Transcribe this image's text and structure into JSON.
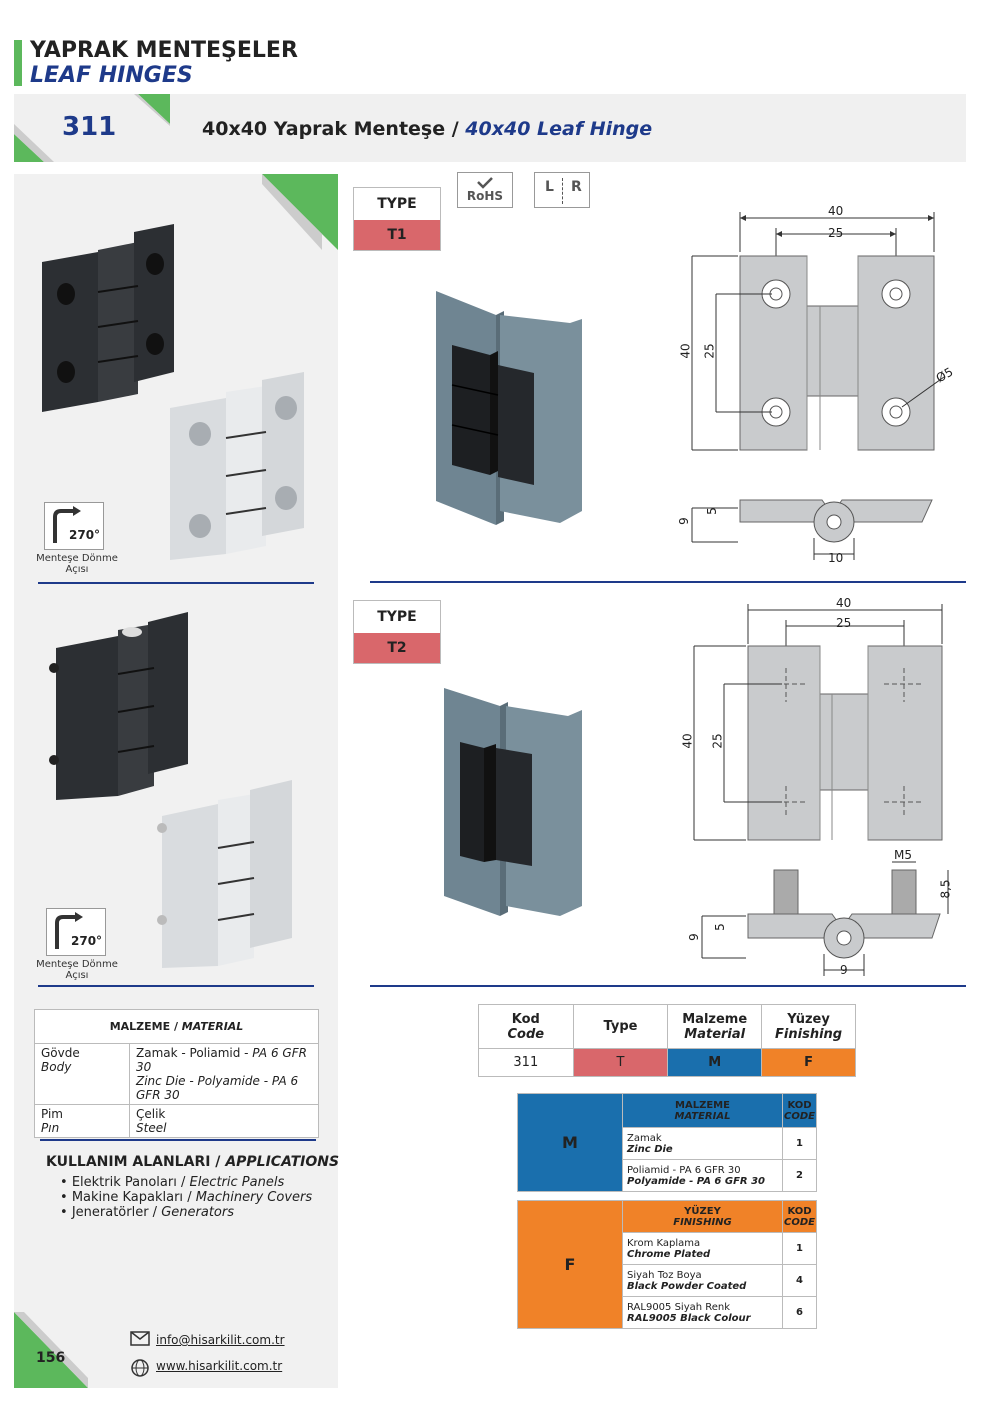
{
  "header": {
    "title_tr": "YAPRAK MENTEŞELER",
    "title_en": "LEAF HINGES"
  },
  "product": {
    "number": "311",
    "title_tr": "40x40 Yaprak Menteşe",
    "title_sep": " / ",
    "title_en": "40x40 Leaf Hinge"
  },
  "badges": {
    "rohs": "RoHS",
    "lr_left": "L",
    "lr_right": "R"
  },
  "types": [
    {
      "label": "TYPE",
      "value": "T1"
    },
    {
      "label": "TYPE",
      "value": "T2"
    }
  ],
  "rotation": {
    "angle": "270°",
    "caption_line1": "Menteşe Dönme",
    "caption_line2": "Açısı"
  },
  "dims_t1": {
    "w_outer": "40",
    "w_inner": "25",
    "h_outer": "40",
    "h_inner": "25",
    "hole": "Ø5",
    "side_h1": "9",
    "side_h2": "5",
    "side_w": "10"
  },
  "dims_t2": {
    "w_outer": "40",
    "w_inner": "25",
    "h_outer": "40",
    "h_inner": "25",
    "thread": "M5",
    "bolt_len": "8,5",
    "side_h1": "9",
    "side_h2": "5",
    "side_w": "9"
  },
  "material_table": {
    "title_tr": "MALZEME",
    "title_en": "MATERIAL",
    "rows": [
      {
        "part_tr": "Gövde",
        "part_en": "Body",
        "mat_tr_a": "Zamak - Poliamid - ",
        "mat_tr_b": "PA 6 GFR 30",
        "mat_en": "Zinc Die - Polyamide - PA 6 GFR 30"
      },
      {
        "part_tr": "Pim",
        "part_en": "Pın",
        "mat_tr_a": "Çelik",
        "mat_tr_b": "",
        "mat_en": "Steel"
      }
    ]
  },
  "applications": {
    "title_tr": "KULLANIM ALANLARI",
    "title_en": "APPLICATIONS",
    "items": [
      {
        "tr": "Elektrik Panoları",
        "en": "Electric Panels"
      },
      {
        "tr": "Makine Kapakları",
        "en": "Machinery Covers"
      },
      {
        "tr": "Jeneratörler",
        "en": "Generators"
      }
    ]
  },
  "code_table": {
    "headers": [
      {
        "tr": "Kod",
        "en": "Code"
      },
      {
        "tr": "Type",
        "en": ""
      },
      {
        "tr": "Malzeme",
        "en": "Material"
      },
      {
        "tr": "Yüzey",
        "en": "Finishing"
      }
    ],
    "values": [
      "311",
      "T",
      "M",
      "F"
    ],
    "colors": {
      "T": "#d9676b",
      "M": "#1a6fad",
      "F": "#f08228"
    }
  },
  "material_codes": {
    "letter": "M",
    "head_tr": "MALZEME",
    "head_en": "MATERIAL",
    "kod_tr": "KOD",
    "kod_en": "CODE",
    "rows": [
      {
        "tr": "Zamak",
        "en": "Zinc Die",
        "code": "1"
      },
      {
        "tr": "Poliamid - PA 6 GFR 30",
        "en": "Polyamide - PA 6 GFR 30",
        "code": "2"
      }
    ]
  },
  "finishing_codes": {
    "letter": "F",
    "head_tr": "YÜZEY",
    "head_en": "FINISHING",
    "kod_tr": "KOD",
    "kod_en": "CODE",
    "rows": [
      {
        "tr": "Krom Kaplama",
        "en": "Chrome Plated",
        "code": "1"
      },
      {
        "tr": "Siyah Toz Boya",
        "en": "Black Powder Coated",
        "code": "4"
      },
      {
        "tr": "RAL9005 Siyah Renk",
        "en": "RAL9005 Black Colour",
        "code": "6"
      }
    ]
  },
  "footer": {
    "page": "156",
    "email": "info@hisarkilit.com.tr",
    "web": "www.hisarkilit.com.tr"
  }
}
